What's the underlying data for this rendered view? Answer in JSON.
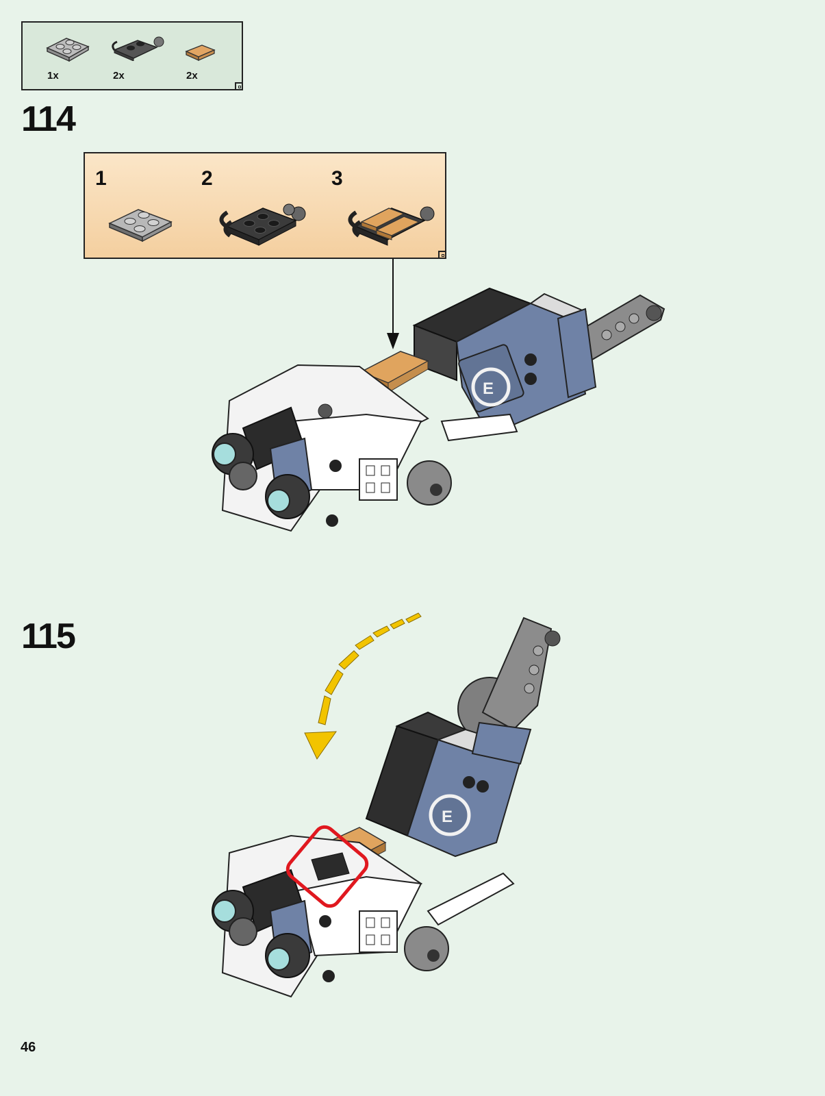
{
  "parts_list": {
    "items": [
      {
        "name": "grey-2x2-plate",
        "qty": "1x"
      },
      {
        "name": "dark-grey-clip-plate",
        "qty": "2x"
      },
      {
        "name": "tan-tile",
        "qty": "2x"
      }
    ]
  },
  "steps": [
    {
      "number": "114"
    },
    {
      "number": "115"
    }
  ],
  "subassembly": {
    "substeps": [
      "1",
      "2",
      "3"
    ]
  },
  "colors": {
    "background": "#e8f3ea",
    "parts_box": "#d9e8da",
    "subassembly_box": "#f8dcb5",
    "accent_arrow": "#f2c400",
    "highlight": "#e0181f",
    "sand_blue": "#6f82a6",
    "tan": "#d79a55"
  },
  "page_number": "46"
}
